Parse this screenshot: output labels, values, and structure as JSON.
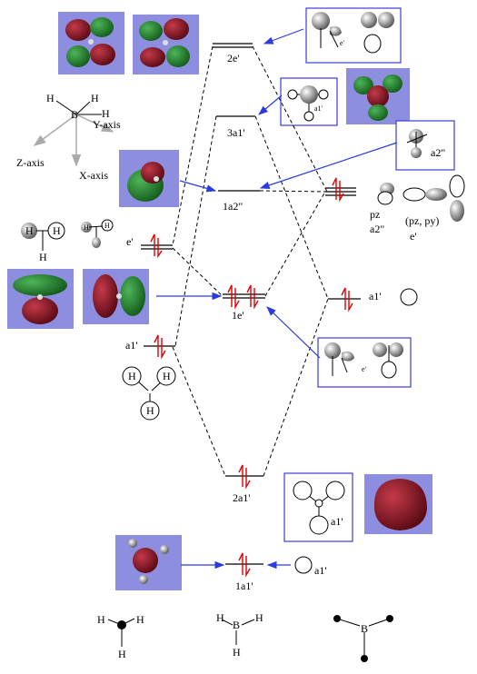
{
  "axes": {
    "h": "H",
    "b": "B",
    "y_axis": "Y-axis",
    "z_axis": "Z-axis",
    "x_axis": "X-axis"
  },
  "levels": {
    "two_e_prime": "2e'",
    "three_a1_prime": "3a1'",
    "one_a2_dprime": "1a2\"",
    "one_e_prime": "1e'",
    "two_a1_prime": "2a1'",
    "one_a1_prime": "1a1'"
  },
  "ligand_side": {
    "e_prime": "e'",
    "a1_prime": "a1'",
    "h": "H"
  },
  "boron_side": {
    "pz": "pz",
    "a2_dprime": "a2\"",
    "pz_py": "(pz, py)",
    "e_prime": "e'",
    "a1_prime": "a1'"
  },
  "boxes": {
    "e_prime_small": "e'",
    "a1_prime_small": "a1'",
    "a2_dprime_small": "a2\"",
    "a1_prime_box": "a1'"
  },
  "bottom_structures": {
    "h": "H",
    "b": "B"
  },
  "colors": {
    "mo_background": "#8d8ee0",
    "arrow_blue": "#2b3be0",
    "electron_red": "#e00000",
    "lobe_green": "#1f7a2a",
    "lobe_red": "#7a0d17"
  }
}
